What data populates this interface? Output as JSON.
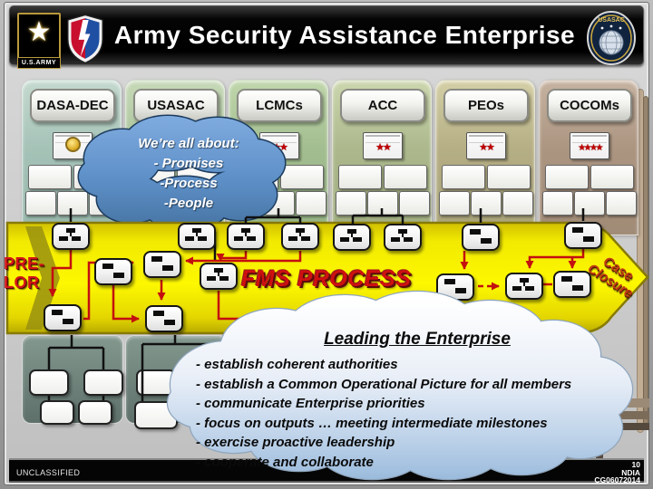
{
  "header": {
    "title": "Army Security Assistance Enterprise",
    "army_logo_text": "U.S.ARMY",
    "usasac_badge_text": "USASAC"
  },
  "columns": [
    {
      "label": "DASA-DEC",
      "icon": "gold-seal",
      "stars": ""
    },
    {
      "label": "USASAC",
      "icon": "stars-flag",
      "stars": "★★"
    },
    {
      "label": "LCMCs",
      "icon": "stars-flag",
      "stars": "★★"
    },
    {
      "label": "ACC",
      "icon": "stars-flag",
      "stars": "★★"
    },
    {
      "label": "PEOs",
      "icon": "stars-flag",
      "stars": "★★"
    },
    {
      "label": "COCOMs",
      "icon": "stars-flag",
      "stars": "★★★★"
    }
  ],
  "banner": {
    "pre_lor": [
      "PRE-",
      "LOR"
    ],
    "fms_process": "FMS PROCESS",
    "case_closure": [
      "Case",
      "Closure"
    ]
  },
  "about_cloud": {
    "lines": [
      "We’re all about:",
      "- Promises",
      "-Process",
      "-People"
    ]
  },
  "leading_cloud": {
    "title": "Leading the Enterprise",
    "bullets": [
      "- establish coherent authorities",
      "- establish a Common Operational Picture for all members",
      "- communicate Enterprise priorities",
      "- focus on outputs … meeting intermediate milestones",
      "- exercise proactive leadership",
      "- cooperate and collaborate"
    ]
  },
  "footer": {
    "classification": "UNCLASSIFIED",
    "page_number": "10",
    "event": "NDIA",
    "control_number": "CG06072014"
  },
  "colors": {
    "header_bg": "#000000",
    "banner_yellow": "#f6ef00",
    "process_red": "#cc1111",
    "about_cloud_blue": "#5d8fc7",
    "leading_cloud_blue": "#c2d6ec",
    "star_red": "#c00000"
  }
}
